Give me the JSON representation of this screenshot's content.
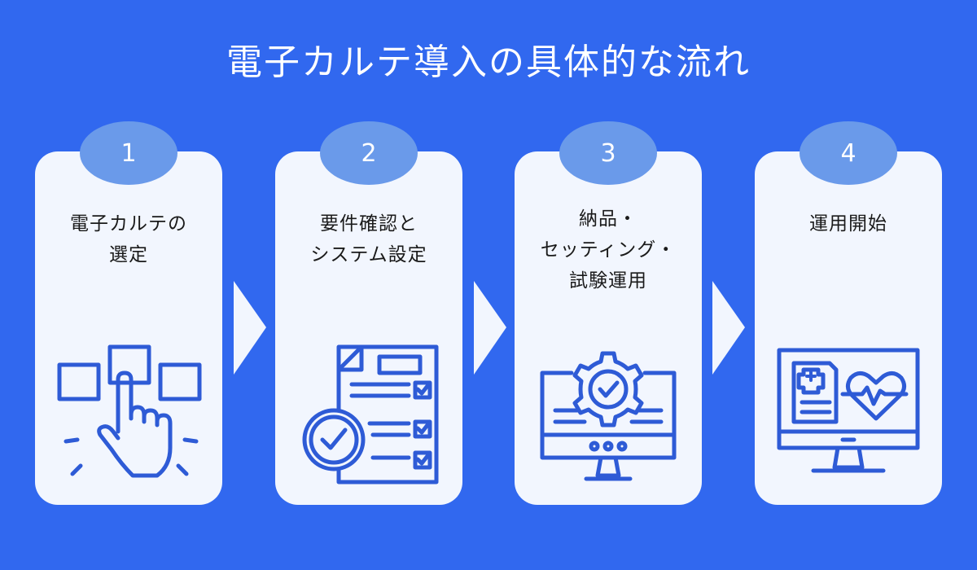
{
  "title": "電子カルテ導入の具体的な流れ",
  "steps": [
    {
      "number": "1",
      "lines": [
        "電子カルテの",
        "選定"
      ],
      "icon": "hand-select-icon"
    },
    {
      "number": "2",
      "lines": [
        "要件確認と",
        "システム設定"
      ],
      "icon": "checklist-icon"
    },
    {
      "number": "3",
      "lines": [
        "納品・",
        "セッティング・",
        "試験運用"
      ],
      "icon": "monitor-gear-icon"
    },
    {
      "number": "4",
      "lines": [
        "運用開始"
      ],
      "icon": "monitor-medical-icon"
    }
  ],
  "colors": {
    "background": "#3168ef",
    "card": "#f2f6fe",
    "badge": "#6a9aea",
    "icon": "#2e5bd6",
    "arrow": "#f2f6fe"
  }
}
